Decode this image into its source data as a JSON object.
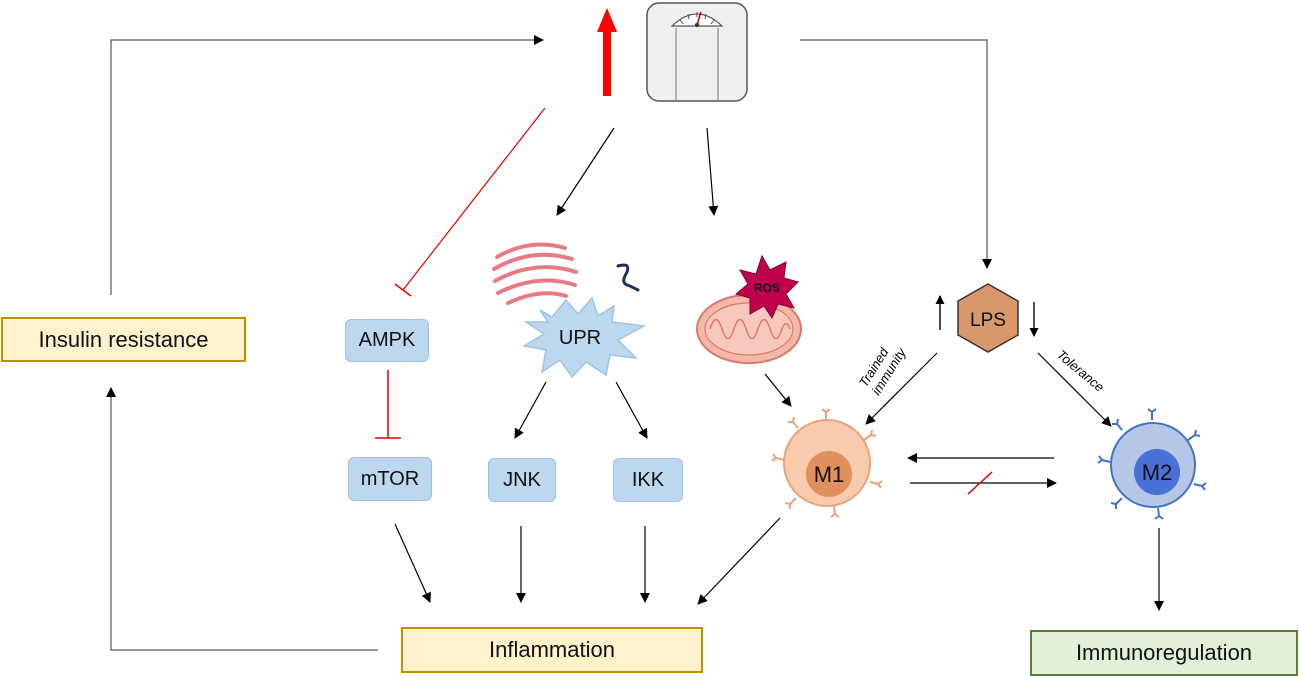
{
  "nodes": {
    "insulin_resistance": "Insulin resistance",
    "inflammation": "Inflammation",
    "immunoregulation": "Immunoregulation",
    "ampk": "AMPK",
    "mtor": "mTOR",
    "jnk": "JNK",
    "ikk": "IKK",
    "upr": "UPR",
    "ros": "ROS",
    "lps": "LPS",
    "m1": "M1",
    "m2": "M2"
  },
  "edge_labels": {
    "trained_immunity_line1": "Trained",
    "trained_immunity_line2": "immunity",
    "tolerance": "Tolerance"
  },
  "colors": {
    "arrow": "#000000",
    "inhibition": "#e00000",
    "weight_up_arrow": "#ff0000",
    "yellow_fill": "#fff2cc",
    "yellow_border": "#bf9000",
    "green_fill": "#e2f0d9",
    "green_border": "#548235",
    "blue_box_fill": "#bdd7ee",
    "m1_fill": "#f4b183",
    "m2_fill": "#8faadc",
    "lps_fill": "#d9976c",
    "ros_fill": "#c0004a"
  },
  "icons": [
    "weight-scale-icon",
    "endoplasmic-reticulum-icon",
    "misfolded-protein-icon",
    "mitochondria-icon"
  ]
}
